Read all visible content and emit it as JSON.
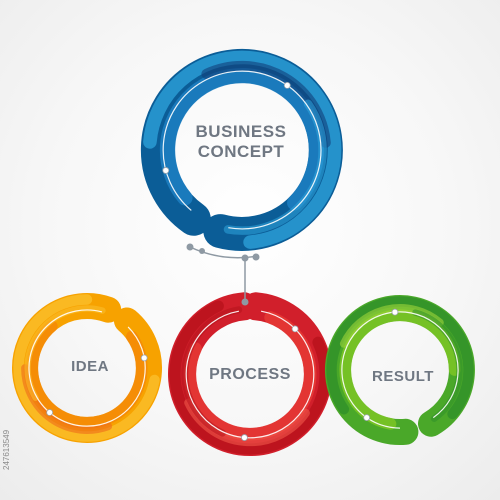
{
  "diagram": {
    "top_node": {
      "line1": "BUSINESS",
      "line2": "CONCEPT",
      "colors": [
        "#0b5d97",
        "#1d7fc2",
        "#2fa4dc",
        "#123f7a"
      ]
    },
    "children": [
      {
        "id": "idea",
        "label": "IDEA",
        "colors": [
          "#f7a200",
          "#f58a07",
          "#fbc02d",
          "#ee6a1a"
        ]
      },
      {
        "id": "process",
        "label": "PROCESS",
        "colors": [
          "#d11f2b",
          "#e63a35",
          "#b5121b",
          "#f0564a"
        ]
      },
      {
        "id": "result",
        "label": "RESULT",
        "colors": [
          "#4aa829",
          "#7cc524",
          "#2f8f2a",
          "#9fd63a"
        ]
      }
    ],
    "connector_color": "#8e99a3"
  },
  "watermark": {
    "stock_id": "247613549"
  },
  "icons": {
    "connector": "dotted-connector-icon"
  }
}
